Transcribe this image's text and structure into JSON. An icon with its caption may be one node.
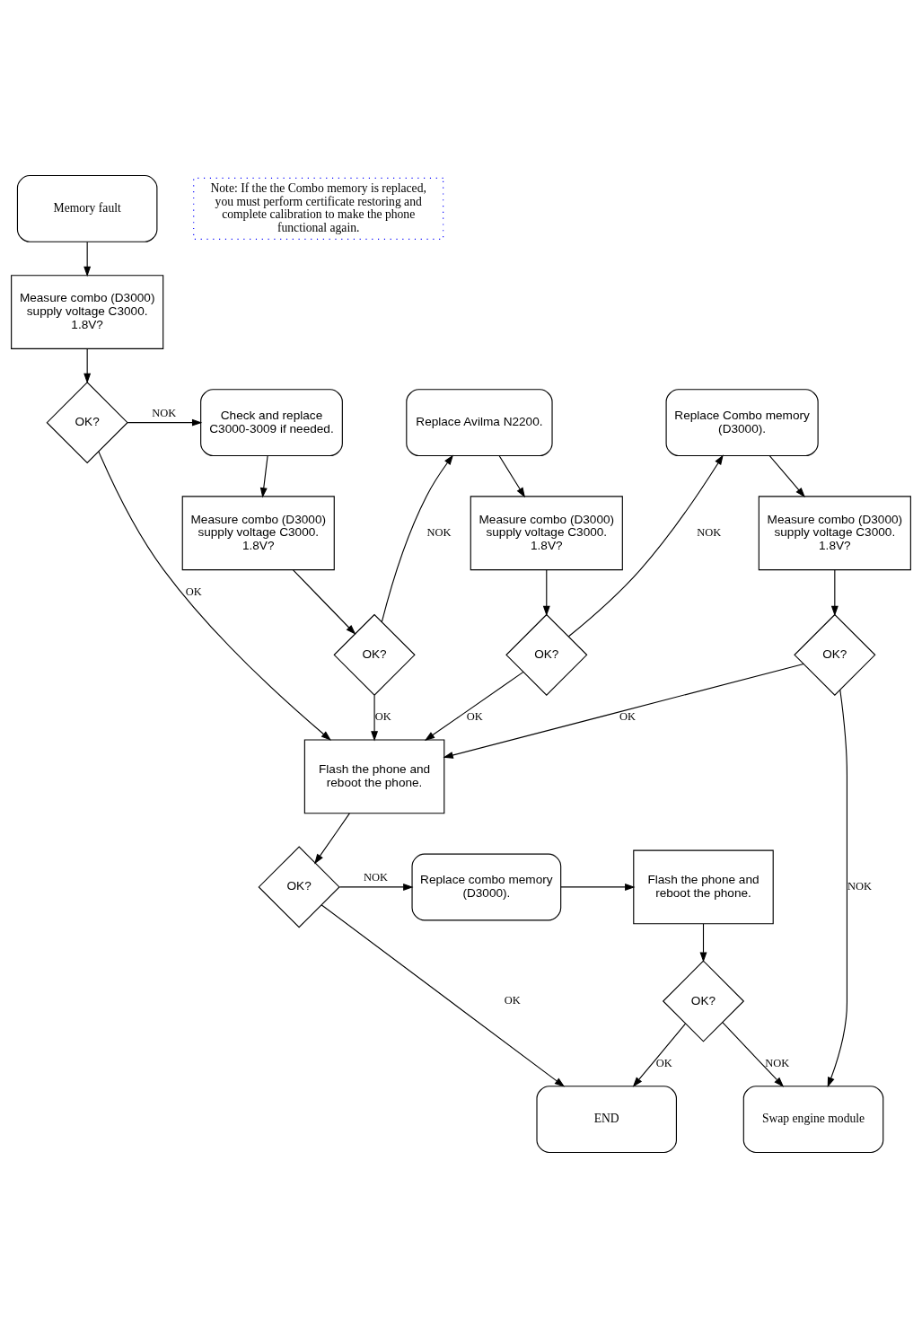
{
  "diagram": {
    "nodes": [
      {
        "text": [
          "Memory fault"
        ]
      },
      {
        "text": [
          "Measure combo (D3000) supply voltage C3000. 1.8V?"
        ]
      },
      {
        "text": [
          "OK?"
        ]
      },
      {
        "text": [
          "Check and replace C3000-3009 if needed."
        ]
      },
      {
        "text": [
          "Measure combo (D3000) supply voltage C3000. 1.8V?"
        ]
      },
      {
        "text": [
          "OK?"
        ]
      },
      {
        "text": [
          "Replace Avilma N2200."
        ]
      },
      {
        "text": [
          "Measure combo (D3000) supply voltage C3000. 1.8V?"
        ]
      },
      {
        "text": [
          "OK?"
        ]
      },
      {
        "text": [
          "Replace Combo memory (D3000)."
        ]
      },
      {
        "text": [
          "Measure combo (D3000) supply voltage C3000. 1.8V?"
        ]
      },
      {
        "text": [
          "OK?"
        ]
      },
      {
        "text": [
          "Flash the phone and reboot the phone."
        ]
      },
      {
        "text": [
          "OK?"
        ]
      },
      {
        "text": [
          "Replace combo memory (D3000)."
        ]
      },
      {
        "text": [
          "Flash the phone and reboot the phone."
        ]
      },
      {
        "text": [
          "OK?"
        ]
      },
      {
        "text": [
          "END"
        ]
      },
      {
        "text": [
          "Swap engine module"
        ]
      },
      {
        "text": [
          "Note: If the the Combo memory is replaced, you must perform certificate restoring and complete calibration to make the phone functional again."
        ]
      }
    ],
    "edges": [
      {
        "from": 0,
        "to": 1,
        "arrow": "to"
      },
      {
        "from": 1,
        "to": 2,
        "arrow": "to"
      },
      {
        "from": 2,
        "to": 3,
        "arrow": "to",
        "label": "NOK"
      },
      {
        "from": 3,
        "to": 4,
        "arrow": "to"
      },
      {
        "from": 4,
        "to": 5,
        "arrow": "to"
      },
      {
        "from": 5,
        "to": 6,
        "arrow": "to",
        "label": "NOK"
      },
      {
        "from": 6,
        "to": 7,
        "arrow": "to"
      },
      {
        "from": 7,
        "to": 8,
        "arrow": "to"
      },
      {
        "from": 8,
        "to": 9,
        "arrow": "to",
        "label": "NOK"
      },
      {
        "from": 9,
        "to": 10,
        "arrow": "to"
      },
      {
        "from": 10,
        "to": 11,
        "arrow": "to"
      },
      {
        "from": 2,
        "to": 12,
        "arrow": "to",
        "label": "OK"
      },
      {
        "from": 5,
        "to": 12,
        "arrow": "to",
        "label": "OK"
      },
      {
        "from": 8,
        "to": 12,
        "arrow": "to",
        "label": "OK"
      },
      {
        "from": 11,
        "to": 12,
        "arrow": "to",
        "label": "OK"
      },
      {
        "from": 11,
        "to": 18,
        "arrow": "to",
        "label": "NOK"
      },
      {
        "from": 12,
        "to": 13,
        "arrow": "to"
      },
      {
        "from": 13,
        "to": 14,
        "arrow": "to",
        "label": "NOK"
      },
      {
        "from": 14,
        "to": 15,
        "arrow": "to"
      },
      {
        "from": 15,
        "to": 16,
        "arrow": "to"
      },
      {
        "from": 13,
        "to": 17,
        "arrow": "to",
        "label": "OK"
      },
      {
        "from": 16,
        "to": 17,
        "arrow": "to",
        "label": "OK"
      },
      {
        "from": 16,
        "to": 18,
        "arrow": "to",
        "label": "NOK"
      }
    ]
  }
}
